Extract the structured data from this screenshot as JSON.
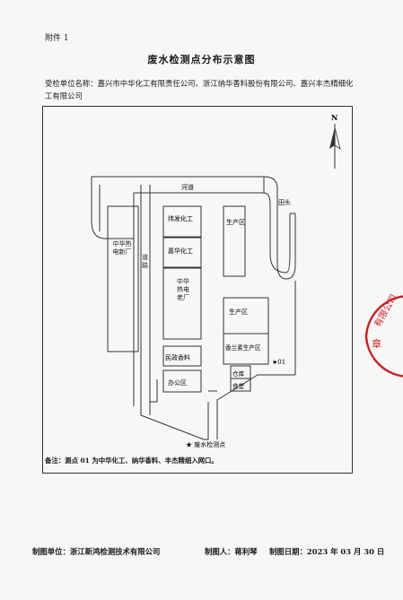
{
  "header": {
    "attachment": "附件 1",
    "title": "废水检测点分布示意图",
    "client_units": "受检单位名称：嘉兴市中华化工有限责任公司、浙江纳华香料股份有限公司、嘉兴丰杰精细化工有限公司"
  },
  "map": {
    "north": "N",
    "river": "河道",
    "road": "道路",
    "field": "田头",
    "labels": {
      "weifa": "纬发化工",
      "jiahua": "嘉华化工",
      "zhonghua_old": "中华热电老厂",
      "minzheng": "民政香料",
      "office": "办公区",
      "zhonghua_new": "中华热电新厂",
      "prod_top": "生产区",
      "prod_mid": "生产区",
      "vanillin": "香兰素生产区",
      "warehouse": "仓库",
      "canteen": "食堂",
      "point_marker": "★01"
    },
    "legend": "★ 废水检测点"
  },
  "note": "备注：测点 01 为中华化工、纳华香料、丰杰精细入网口。",
  "footer": {
    "maker": "制图单位：浙江新鸿检测技术有限公司",
    "drafter": "制图人：蒋利琴",
    "date": "制图日期：2023 年 03 月 30 日"
  },
  "stamp": {
    "text": "有限公司",
    "bottom": "章"
  },
  "colors": {
    "line": "#333333",
    "stamp": "#c8222a"
  }
}
